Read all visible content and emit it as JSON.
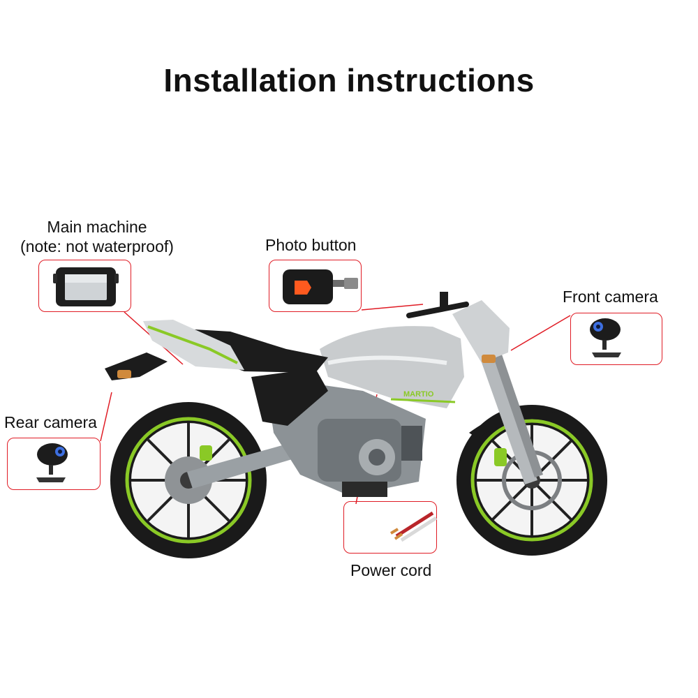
{
  "title": "Installation instructions",
  "callouts": {
    "main_machine": {
      "label_line1": "Main machine",
      "label_line2": "(note: not waterproof)"
    },
    "photo_button": {
      "label": "Photo button"
    },
    "front_camera": {
      "label": "Front camera"
    },
    "rear_camera": {
      "label": "Rear camera"
    },
    "power_cord": {
      "label": "Power cord"
    }
  },
  "brand_text": "MARTIO",
  "colors": {
    "accent": "#e01b24",
    "rim_green": "#8ac926",
    "bike_silver": "#c9ccce",
    "dark": "#1c1c1c"
  }
}
